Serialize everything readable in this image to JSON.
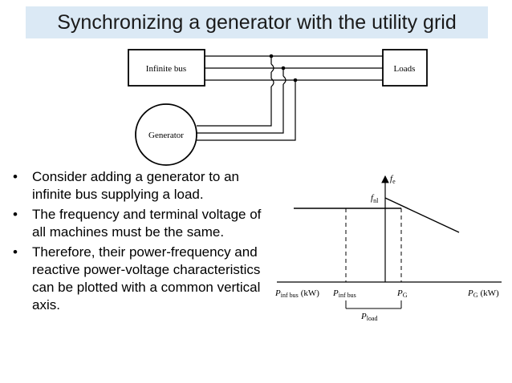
{
  "slide": {
    "title": "Synchronizing a generator with the utility grid"
  },
  "circuit": {
    "infinite_bus_label": "Infinite bus",
    "loads_label": "Loads",
    "generator_label": "Generator"
  },
  "graph": {
    "y_axis_label": "f",
    "y_axis_label_sub": "e",
    "fnl_label": "f",
    "fnl_sub": "nl",
    "left_axis_label": "P",
    "left_axis_label_sub": "inf bus",
    "left_axis_unit": "(kW)",
    "p_inf_bus_label": "P",
    "p_inf_bus_sub": "inf bus",
    "pg_label": "P",
    "pg_sub": "G",
    "right_axis_label": "P",
    "right_axis_label_sub": "G",
    "right_axis_unit": "(kW)",
    "pload_label": "P",
    "pload_sub": "load"
  },
  "bullets": [
    "Consider adding a generator to an infinite bus supplying a load.",
    "The frequency and terminal voltage of all machines must be the same.",
    "Therefore, their power-frequency and reactive power-voltage characteristics can be plotted with a common vertical axis."
  ],
  "bullet_glyph": "•"
}
